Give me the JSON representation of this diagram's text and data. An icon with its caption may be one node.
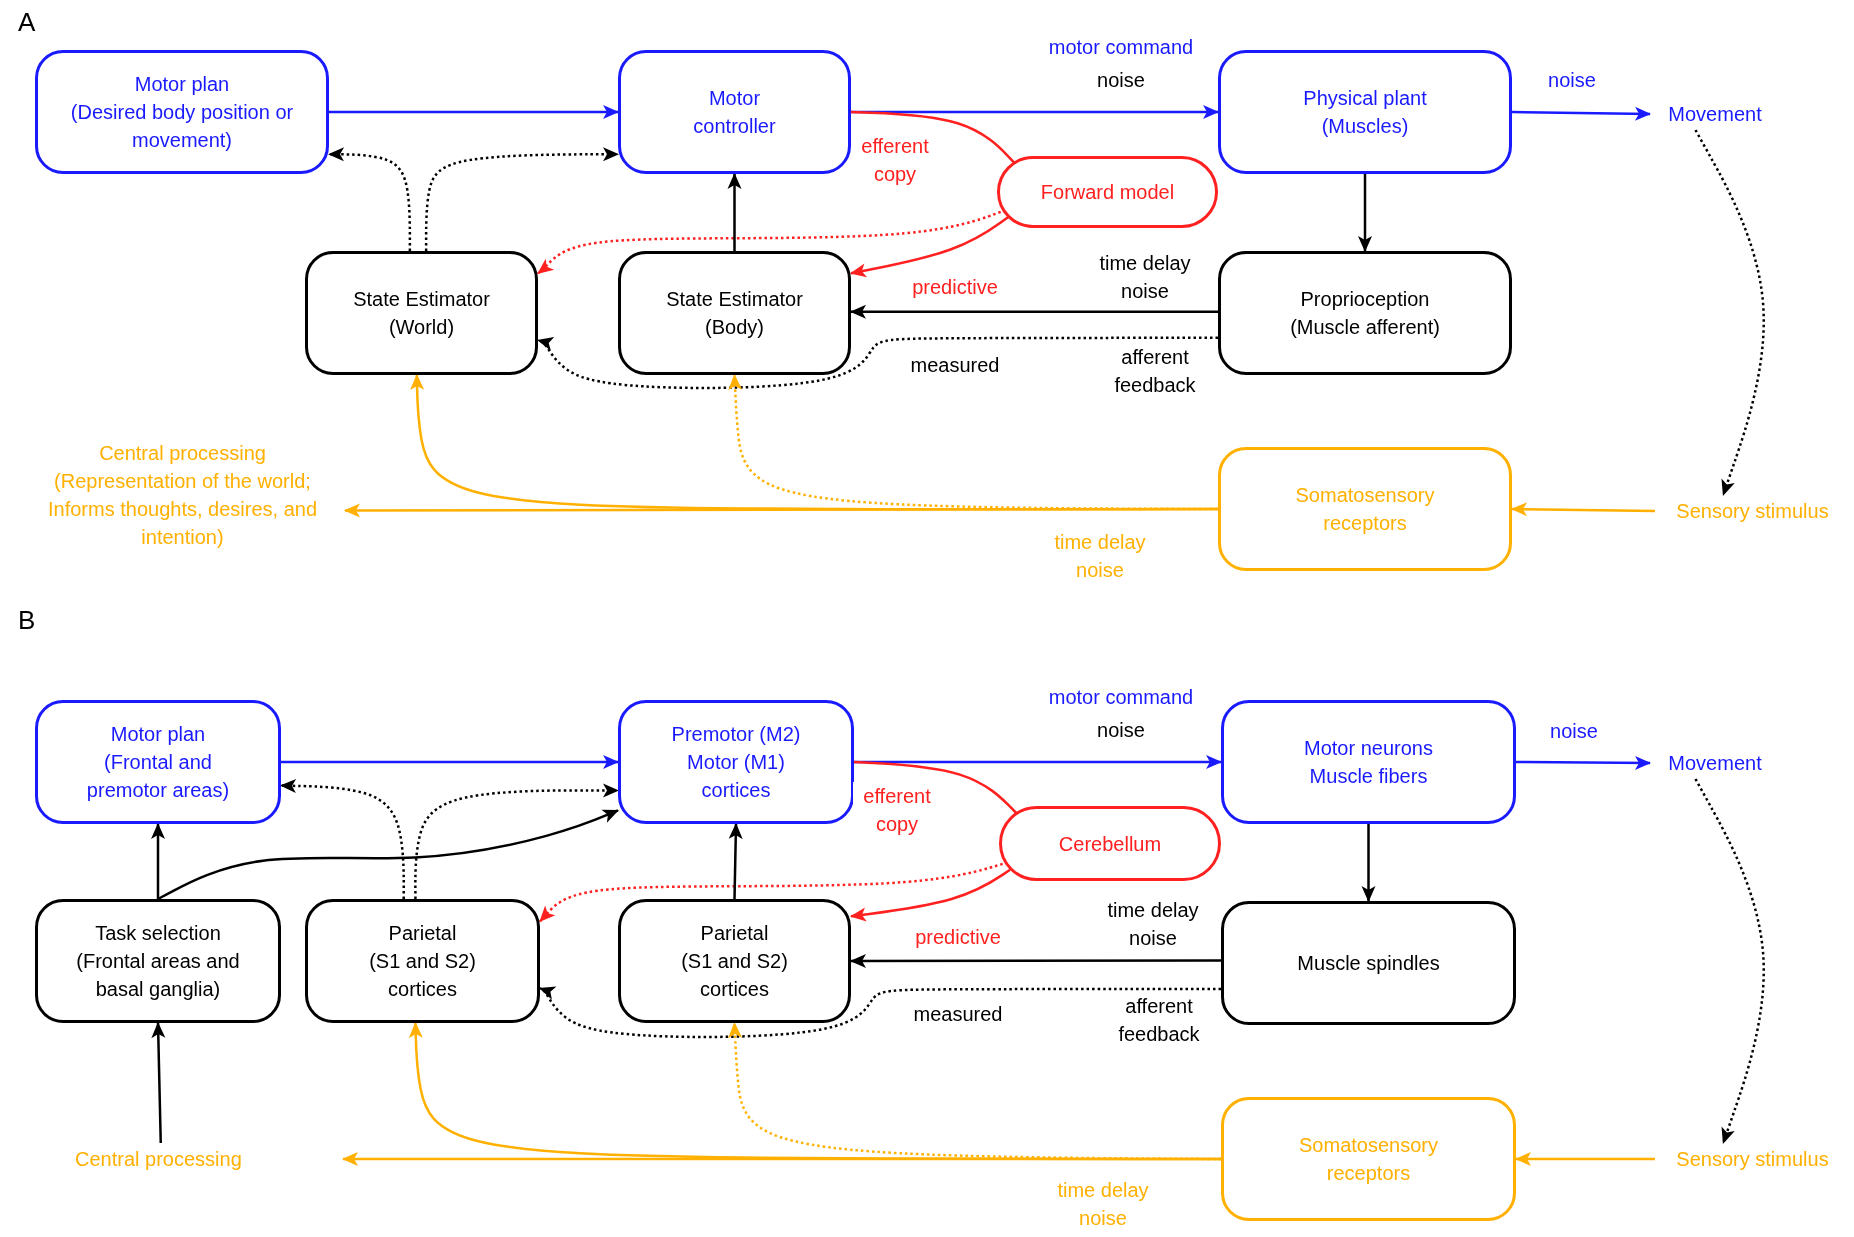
{
  "diagram": {
    "nodes": [
      {
        "text": [
          "Motor plan",
          "(Desired body position or movement)"
        ]
      },
      {
        "text": [
          "Motor controller"
        ]
      },
      {
        "text": [
          "Physical plant",
          "(Muscles)"
        ]
      },
      {
        "text": [
          "Movement"
        ]
      },
      {
        "text": [
          "Forward model"
        ]
      },
      {
        "text": [
          "State Estimator",
          "(World)"
        ]
      },
      {
        "text": [
          "State Estimator",
          "(Body)"
        ]
      },
      {
        "text": [
          "Proprioception",
          "(Muscle afferent)"
        ]
      },
      {
        "text": [
          "Central processing",
          "(Representation of the world; Informs thoughts, desires, and intention)"
        ]
      },
      {
        "text": [
          "Somatosensory receptors"
        ]
      },
      {
        "text": [
          "Sensory stimulus"
        ]
      },
      {
        "text": [
          "Motor plan",
          "(Frontal and premotor areas)"
        ]
      },
      {
        "text": [
          "Premotor (M2) Motor (M1) cortices"
        ]
      },
      {
        "text": [
          "Motor neurons Muscle fibers"
        ]
      },
      {
        "text": [
          "Movement"
        ]
      },
      {
        "text": [
          "Cerebellum"
        ]
      },
      {
        "text": [
          "Task selection",
          "(Frontal areas and basal ganglia)"
        ]
      },
      {
        "text": [
          "Parietal",
          "(S1 and S2) cortices"
        ]
      },
      {
        "text": [
          "Parietal",
          "(S1 and S2) cortices"
        ]
      },
      {
        "text": [
          "Muscle spindles"
        ]
      },
      {
        "text": [
          "Central processing"
        ]
      },
      {
        "text": [
          "Somatosensory receptors"
        ]
      },
      {
        "text": [
          "Sensory stimulus"
        ]
      }
    ],
    "edges": [
      {
        "from": 0,
        "to": 1,
        "arrow": "to",
        "color": "#1a1aff"
      },
      {
        "from": 1,
        "to": 2,
        "arrow": "to",
        "color": "#1a1aff",
        "label": "motor command"
      },
      {
        "from": 2,
        "to": 3,
        "arrow": "to",
        "color": "#1a1aff",
        "label": "noise"
      },
      {
        "from": 1,
        "to": 4,
        "arrow": "none",
        "color": "#ff2020",
        "label": "efferent copy"
      },
      {
        "from": 4,
        "to": 6,
        "arrow": "to",
        "color": "#ff2020",
        "label": "predictive"
      },
      {
        "from": 4,
        "to": 5,
        "arrow": "to",
        "color": "#ff2020",
        "style": "dashed"
      },
      {
        "from": 6,
        "to": 1,
        "arrow": "to"
      },
      {
        "from": 5,
        "to": 0,
        "arrow": "to",
        "style": "dashed"
      },
      {
        "from": 5,
        "to": 1,
        "arrow": "to",
        "style": "dashed"
      },
      {
        "from": 7,
        "to": 6,
        "arrow": "to",
        "label": "time delay noise"
      },
      {
        "from": 7,
        "to": 5,
        "arrow": "to",
        "style": "dashed",
        "label": "measured"
      },
      {
        "from": 2,
        "to": 7,
        "arrow": "to"
      },
      {
        "from": 3,
        "to": 10,
        "arrow": "to",
        "style": "dashed"
      },
      {
        "from": 10,
        "to": 9,
        "arrow": "to",
        "color": "#ffb000"
      },
      {
        "from": 9,
        "to": 8,
        "arrow": "to",
        "color": "#ffb000",
        "label": "time delay noise"
      },
      {
        "from": 9,
        "to": 5,
        "arrow": "to",
        "color": "#ffb000"
      },
      {
        "from": 9,
        "to": 6,
        "arrow": "to",
        "color": "#ffb000",
        "style": "dashed"
      },
      {
        "from": 11,
        "to": 12,
        "arrow": "to",
        "color": "#1a1aff"
      },
      {
        "from": 12,
        "to": 13,
        "arrow": "to",
        "color": "#1a1aff",
        "label": "motor command"
      },
      {
        "from": 13,
        "to": 14,
        "arrow": "to",
        "color": "#1a1aff",
        "label": "noise"
      },
      {
        "from": 12,
        "to": 15,
        "arrow": "none",
        "color": "#ff2020",
        "label": "efferent copy"
      },
      {
        "from": 15,
        "to": 18,
        "arrow": "to",
        "color": "#ff2020",
        "label": "predictive"
      },
      {
        "from": 15,
        "to": 17,
        "arrow": "to",
        "color": "#ff2020",
        "style": "dashed"
      },
      {
        "from": 18,
        "to": 12,
        "arrow": "to"
      },
      {
        "from": 17,
        "to": 11,
        "arrow": "to",
        "style": "dashed"
      },
      {
        "from": 17,
        "to": 12,
        "arrow": "to",
        "style": "dashed"
      },
      {
        "from": 16,
        "to": 11,
        "arrow": "to"
      },
      {
        "from": 16,
        "to": 12,
        "arrow": "to"
      },
      {
        "from": 20,
        "to": 16,
        "arrow": "to"
      },
      {
        "from": 19,
        "to": 18,
        "arrow": "to",
        "label": "time delay noise"
      },
      {
        "from": 19,
        "to": 17,
        "arrow": "to",
        "style": "dashed",
        "label": "measured"
      },
      {
        "from": 13,
        "to": 19,
        "arrow": "to"
      },
      {
        "from": 14,
        "to": 22,
        "arrow": "to",
        "style": "dashed"
      },
      {
        "from": 22,
        "to": 21,
        "arrow": "to",
        "color": "#ffb000"
      },
      {
        "from": 21,
        "to": 20,
        "arrow": "to",
        "color": "#ffb000",
        "label": "time delay noise"
      },
      {
        "from": 21,
        "to": 17,
        "arrow": "to",
        "color": "#ffb000"
      },
      {
        "from": 21,
        "to": 18,
        "arrow": "to",
        "color": "#ffb000",
        "style": "dashed"
      }
    ],
    "labels": [
      "A",
      "noise",
      "afferent feedback",
      "B",
      "noise",
      "afferent feedback"
    ]
  }
}
